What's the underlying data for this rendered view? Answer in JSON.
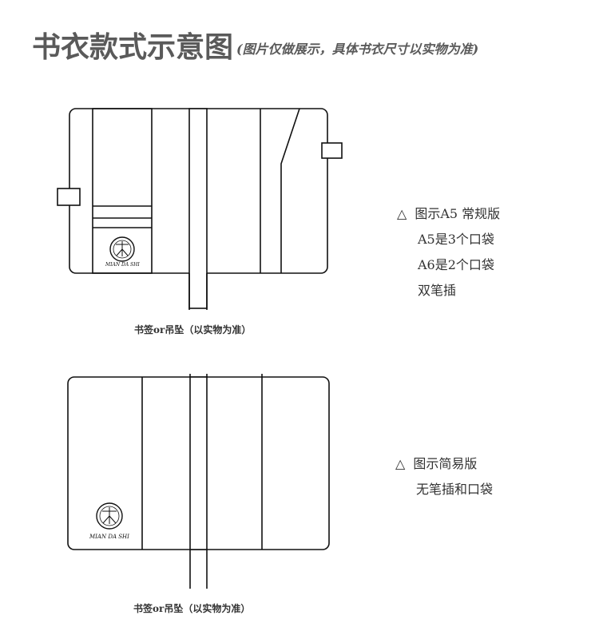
{
  "header": {
    "title": "书衣款式示意图",
    "subtitle": "(图片仅做展示，具体书衣尺寸以实物为准)"
  },
  "standard_version": {
    "heading": "图示A5 常规版",
    "lines": [
      "A5是3个口袋",
      "A6是2个口袋",
      "双笔插"
    ],
    "caption": "书签or吊坠（以实物为准）",
    "logo_text": "MIAN DA SHI"
  },
  "simple_version": {
    "heading": "图示简易版",
    "lines": [
      "无笔插和口袋"
    ],
    "caption": "书签or吊坠（以实物为准）",
    "logo_text": "MIAN DA SHI"
  },
  "icons": {
    "bullet": "△",
    "logo": "logo-seal-icon"
  },
  "colors": {
    "line": "#111111",
    "text": "#333333",
    "title": "#5a5a5a"
  }
}
